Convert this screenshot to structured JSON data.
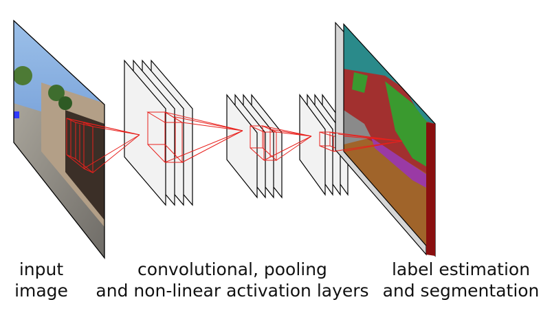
{
  "labels": {
    "input_line1": "input",
    "input_line2": "image",
    "conv_line1": "convolutional, pooling",
    "conv_line2": "and non-linear activation layers",
    "seg_line1": "label estimation",
    "seg_line2": "and segmentation"
  },
  "colors": {
    "frame_fill": "#f2f2f2",
    "frame_stroke": "#000000",
    "connection_red": "#e8201c",
    "sky": "#5d86c9",
    "road": "#8e8a80",
    "building": "#8d7b68",
    "seg_teal": "#2a8a8a",
    "seg_green": "#3a9a2f",
    "seg_red": "#a2302f",
    "seg_brown": "#a0642a",
    "seg_purple": "#9a3aa5",
    "seg_grey": "#8a8a8a",
    "seg_darkred": "#8a0f0f",
    "seg_back_grey": "#d6d6d6"
  }
}
